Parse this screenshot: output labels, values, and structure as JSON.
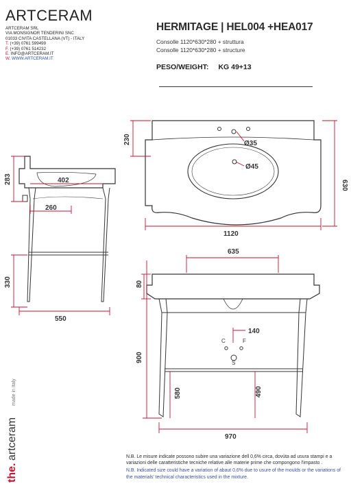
{
  "header": {
    "logo_text": "ARTCERAM",
    "company": {
      "name": "ARTCERAM SRL",
      "street": "VIA MONSIGNOR TENDERINI SNC",
      "city": "01033 CIVITA CASTELLANA (VT) - ITALY",
      "phone_label": "T.",
      "phone": "(+39) 0761 599499",
      "fax_label": "F.",
      "fax": "(+39) 0761 514232",
      "email_label": "E.",
      "email": "INFO@ARTCERAM.IT",
      "web_label": "W.",
      "web": "WWW.ARTCERAM.IT"
    },
    "title": "HERMITAGE | HEL004 +HEA017",
    "subtitle_it": "Consolle 1120*630*280 + struttura",
    "subtitle_en": "Consolle 1120*630*280 + structure",
    "weight_label": "PESO/WEIGHT:",
    "weight_value": "KG 49+13"
  },
  "dimensions": {
    "top_left_height": "283",
    "top_basin_width": "402",
    "side_inner": "260",
    "side_lower": "330",
    "side_depth": "550",
    "plan_back_height": "230",
    "plan_hole_small": "Ø35",
    "plan_hole_large": "Ø45",
    "plan_depth": "630",
    "plan_width": "1120",
    "front_basin_width": "635",
    "front_top_height": "80",
    "front_tap_offset": "140",
    "front_total_height": "900",
    "front_left_height": "580",
    "front_right_height": "490",
    "front_width": "970"
  },
  "front_labels": {
    "cold": "C",
    "hot": "F",
    "drain": "S"
  },
  "brand_vertical": {
    "prefix": "the.",
    "name": "artceram",
    "tagline": "made in Italy"
  },
  "notes": {
    "it": "N.B. Le misure indicate possono subire una variazione dell 0,6% circa, dovùta ad usura stampi e a variazioni delle caratteristiche tecniche relative alle materie prime che compongono l'impasto .",
    "en": "N.B. Indicated size could have a variation of abaut 0,6% due to usure of the moulds or the variations of the materials' technical characteristics used in the mixture."
  },
  "colors": {
    "dimension_red": "#c8102e",
    "line": "#333333",
    "brand_red": "#c8102e"
  }
}
